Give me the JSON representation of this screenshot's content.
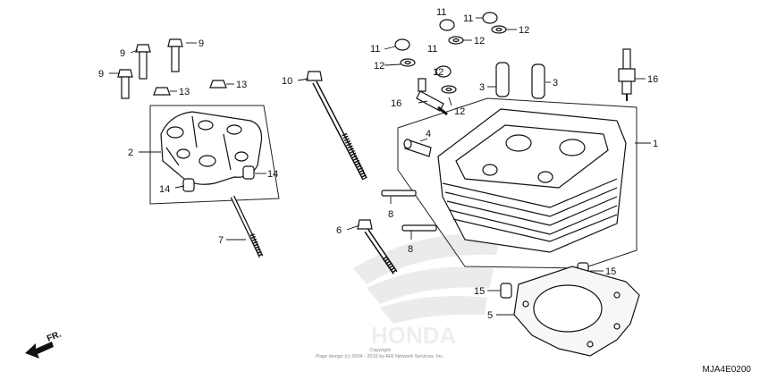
{
  "diagram": {
    "code": "MJA4E0200",
    "direction_label": "FR.",
    "watermark_text": "HONDA",
    "copyright_line1": "Copyright",
    "copyright_line2": "Page design (c) 2004 - 2016 by ARI Network Services, Inc."
  },
  "callouts": {
    "c1": "1",
    "c2": "2",
    "c3a": "3",
    "c3b": "3",
    "c4": "4",
    "c5": "5",
    "c6": "6",
    "c7": "7",
    "c8a": "8",
    "c8b": "8",
    "c9a": "9",
    "c9b": "9",
    "c9c": "9",
    "c10": "10",
    "c11a": "11",
    "c11b": "11",
    "c11c": "11",
    "c11d": "11",
    "c12a": "12",
    "c12b": "12",
    "c12c": "12",
    "c12d": "12",
    "c12e": "12",
    "c13a": "13",
    "c13b": "13",
    "c14a": "14",
    "c14b": "14",
    "c15a": "15",
    "c15b": "15",
    "c16a": "16",
    "c16b": "16"
  }
}
